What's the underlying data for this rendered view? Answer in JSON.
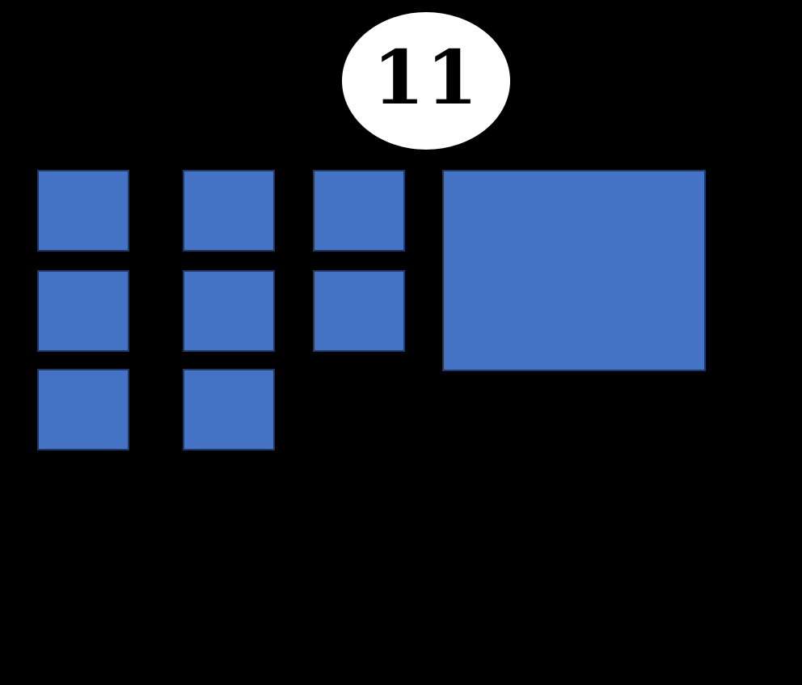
{
  "bubble": {
    "value": "11"
  },
  "colors": {
    "background": "#000000",
    "square_fill": "#4472c4",
    "square_border": "#1f3864",
    "bubble_fill": "#ffffff",
    "bubble_text": "#000000"
  },
  "diagram": {
    "small_square_grid": {
      "rows": 3,
      "cols": 3,
      "cells": [
        [
          1,
          1,
          1
        ],
        [
          1,
          1,
          1
        ],
        [
          1,
          1,
          0
        ]
      ]
    },
    "small_square_count": 8,
    "large_rectangle_count": 1
  }
}
